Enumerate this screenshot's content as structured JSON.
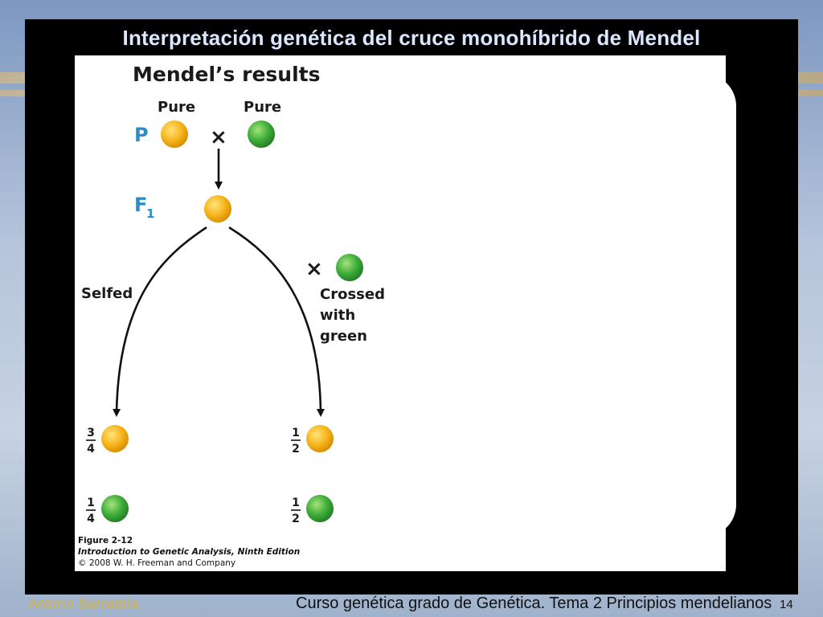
{
  "slide": {
    "title": "Interpretación genética del cruce monohíbrido de Mendel",
    "footer_author": "Antonio Barbadilla",
    "footer_course": "Curso genética grado de Genética. Tema 2 Principios mendelianos",
    "page_number": "14"
  },
  "figure": {
    "heading": "Mendel’s results",
    "parent_label_left": "Pure",
    "parent_label_right": "Pure",
    "generation_p": "P",
    "generation_f1": "F",
    "generation_f1_sub": "1",
    "cross_symbol": "×",
    "branch_left_label": "Selfed",
    "branch_right_label": [
      "Crossed",
      "with",
      "green"
    ],
    "outcomes": {
      "selfed_yellow": [
        "3",
        "4"
      ],
      "selfed_green": [
        "1",
        "4"
      ],
      "crossed_yellow": [
        "1",
        "2"
      ],
      "crossed_green": [
        "1",
        "2"
      ]
    },
    "caption_figure": "Figure 2-12",
    "caption_book": "Introduction to Genetic Analysis, Ninth Edition",
    "caption_copyright": "© 2008 W. H. Freeman and Company"
  },
  "colors": {
    "yellow_pea": "#f7b51d",
    "green_pea": "#3fae3a",
    "generation_label": "#2a8fc8",
    "title_text": "#dbe7ff",
    "author_text": "#d4b24c"
  }
}
